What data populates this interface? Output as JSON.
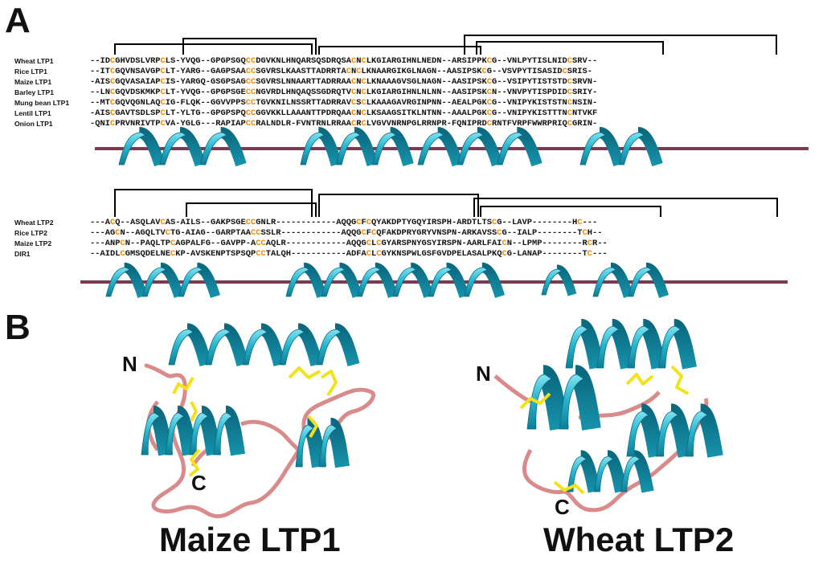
{
  "panels": {
    "a_letter": "A",
    "b_letter": "B"
  },
  "alignment_ltp1": {
    "rows": [
      {
        "name": "Wheat LTP1",
        "seq": "--IDCGHVDSLVRPCLS-YVQG--GPGPSGQCCDGVKNLHNQARSQSDRQSACNCLKGIARGIHNLNEDN--ARSIPPKCG--VNLPYTISLNIDCSRV--"
      },
      {
        "name": "Rice LTP1",
        "seq": "--ITCGQVNSAVGPCLT-YARG--GAGPSAACCSGVRSLKAASTTADRRTACNCLKNAARGIKGLNAGN--AASIPSKCG--VSVPYTISASIDCSRIS-"
      },
      {
        "name": "Maize LTP1",
        "seq": "-AISCGQVASAIAPCIS-YARGQ-GSGPSAGCCSGVRSLNNAARTTADRRAACNCLKNAAAGVSGLNAGN--AASIPSKCG--VSIPYTISTSTDCSRVN-"
      },
      {
        "name": "Barley LTP1",
        "seq": "--LNCGQVDSKMKPCLT-YVQG--GPGPSGECCNGVRDLHNQAQSSGDRQTVCNCLKGIARGIHNLNLNN--AASIPSKCN--VNVPYTISPDIDCSRIY-"
      },
      {
        "name": "Mung bean LTP1",
        "seq": "--MTCGQVQGNLAQCIG-FLQK--GGVVPPSCCTGVKNILNSSRTTADRRAVCSCLKAAAGAVRGINPNN--AEALPGKCG--VNIPYKISTSTNCNSIN-"
      },
      {
        "name": "Lentil LTP1",
        "seq": "-AISCGAVTSDLSPCLT-YLTG--GPGPSPQCCGGVKKLLAAANTTPDRQAACNCLKSAAGSITKLNTNN--AAALPGKCG--VNIPYKISTTTNCNTVKF"
      },
      {
        "name": "Onion LTP1",
        "seq": "-QNICPRVNRIVTPCVA-YGLG---RAPIAPCCRALNDLR-FVNTRNLRRAACRCLVGVVNRNPGLRRNPR-FQNIPRDCRNTFVRPFWWRPRIQCGRIN-"
      }
    ]
  },
  "alignment_ltp2": {
    "rows": [
      {
        "name": "Wheat LTP2",
        "seq": "---ACQ--ASQLAVCAS-AILS--GAKPSGECCGNLR------------AQQGCFCQYAKDPTYGQYIRSPH-ARDTLTSCG--LAVP--------HC---"
      },
      {
        "name": "Rice LTP2",
        "seq": "---AGCN--AGQLTVCTG-AIAG--GARPTAACCSSLR------------AQQGCFCQFAKDPRYGRYVNSPN-ARKAVSSCG--IALP--------TCH--"
      },
      {
        "name": "Maize LTP2",
        "seq": "---ANPCN--PAQLTPCAGPALFG--GAVPP-ACCAQLR------------AQQGCLCGYARSPNYGSYIRSPN-AARLFAICN--LPMP--------RCR--"
      },
      {
        "name": "DIR1",
        "seq": "--AIDLCGMSQDELNECKP-AVSKENPTSPSQPCCTALQH-----------ADFACLCGYKNSPWLGSFGVDPELASALPKQCG-LANAP--------TC---"
      }
    ]
  },
  "structures": [
    {
      "title": "Maize LTP1",
      "n_label": "N",
      "c_label": "C"
    },
    {
      "title": "Wheat LTP2",
      "n_label": "N",
      "c_label": "C"
    }
  ],
  "colors": {
    "cysteine": "#f28c00",
    "helix": "#29b6cf",
    "helix_dark": "#0e7d96",
    "coil": "#7a3b52",
    "loop_3d": "#d98a8a",
    "disulfide": "#f2e21a",
    "bracket": "#000000"
  }
}
